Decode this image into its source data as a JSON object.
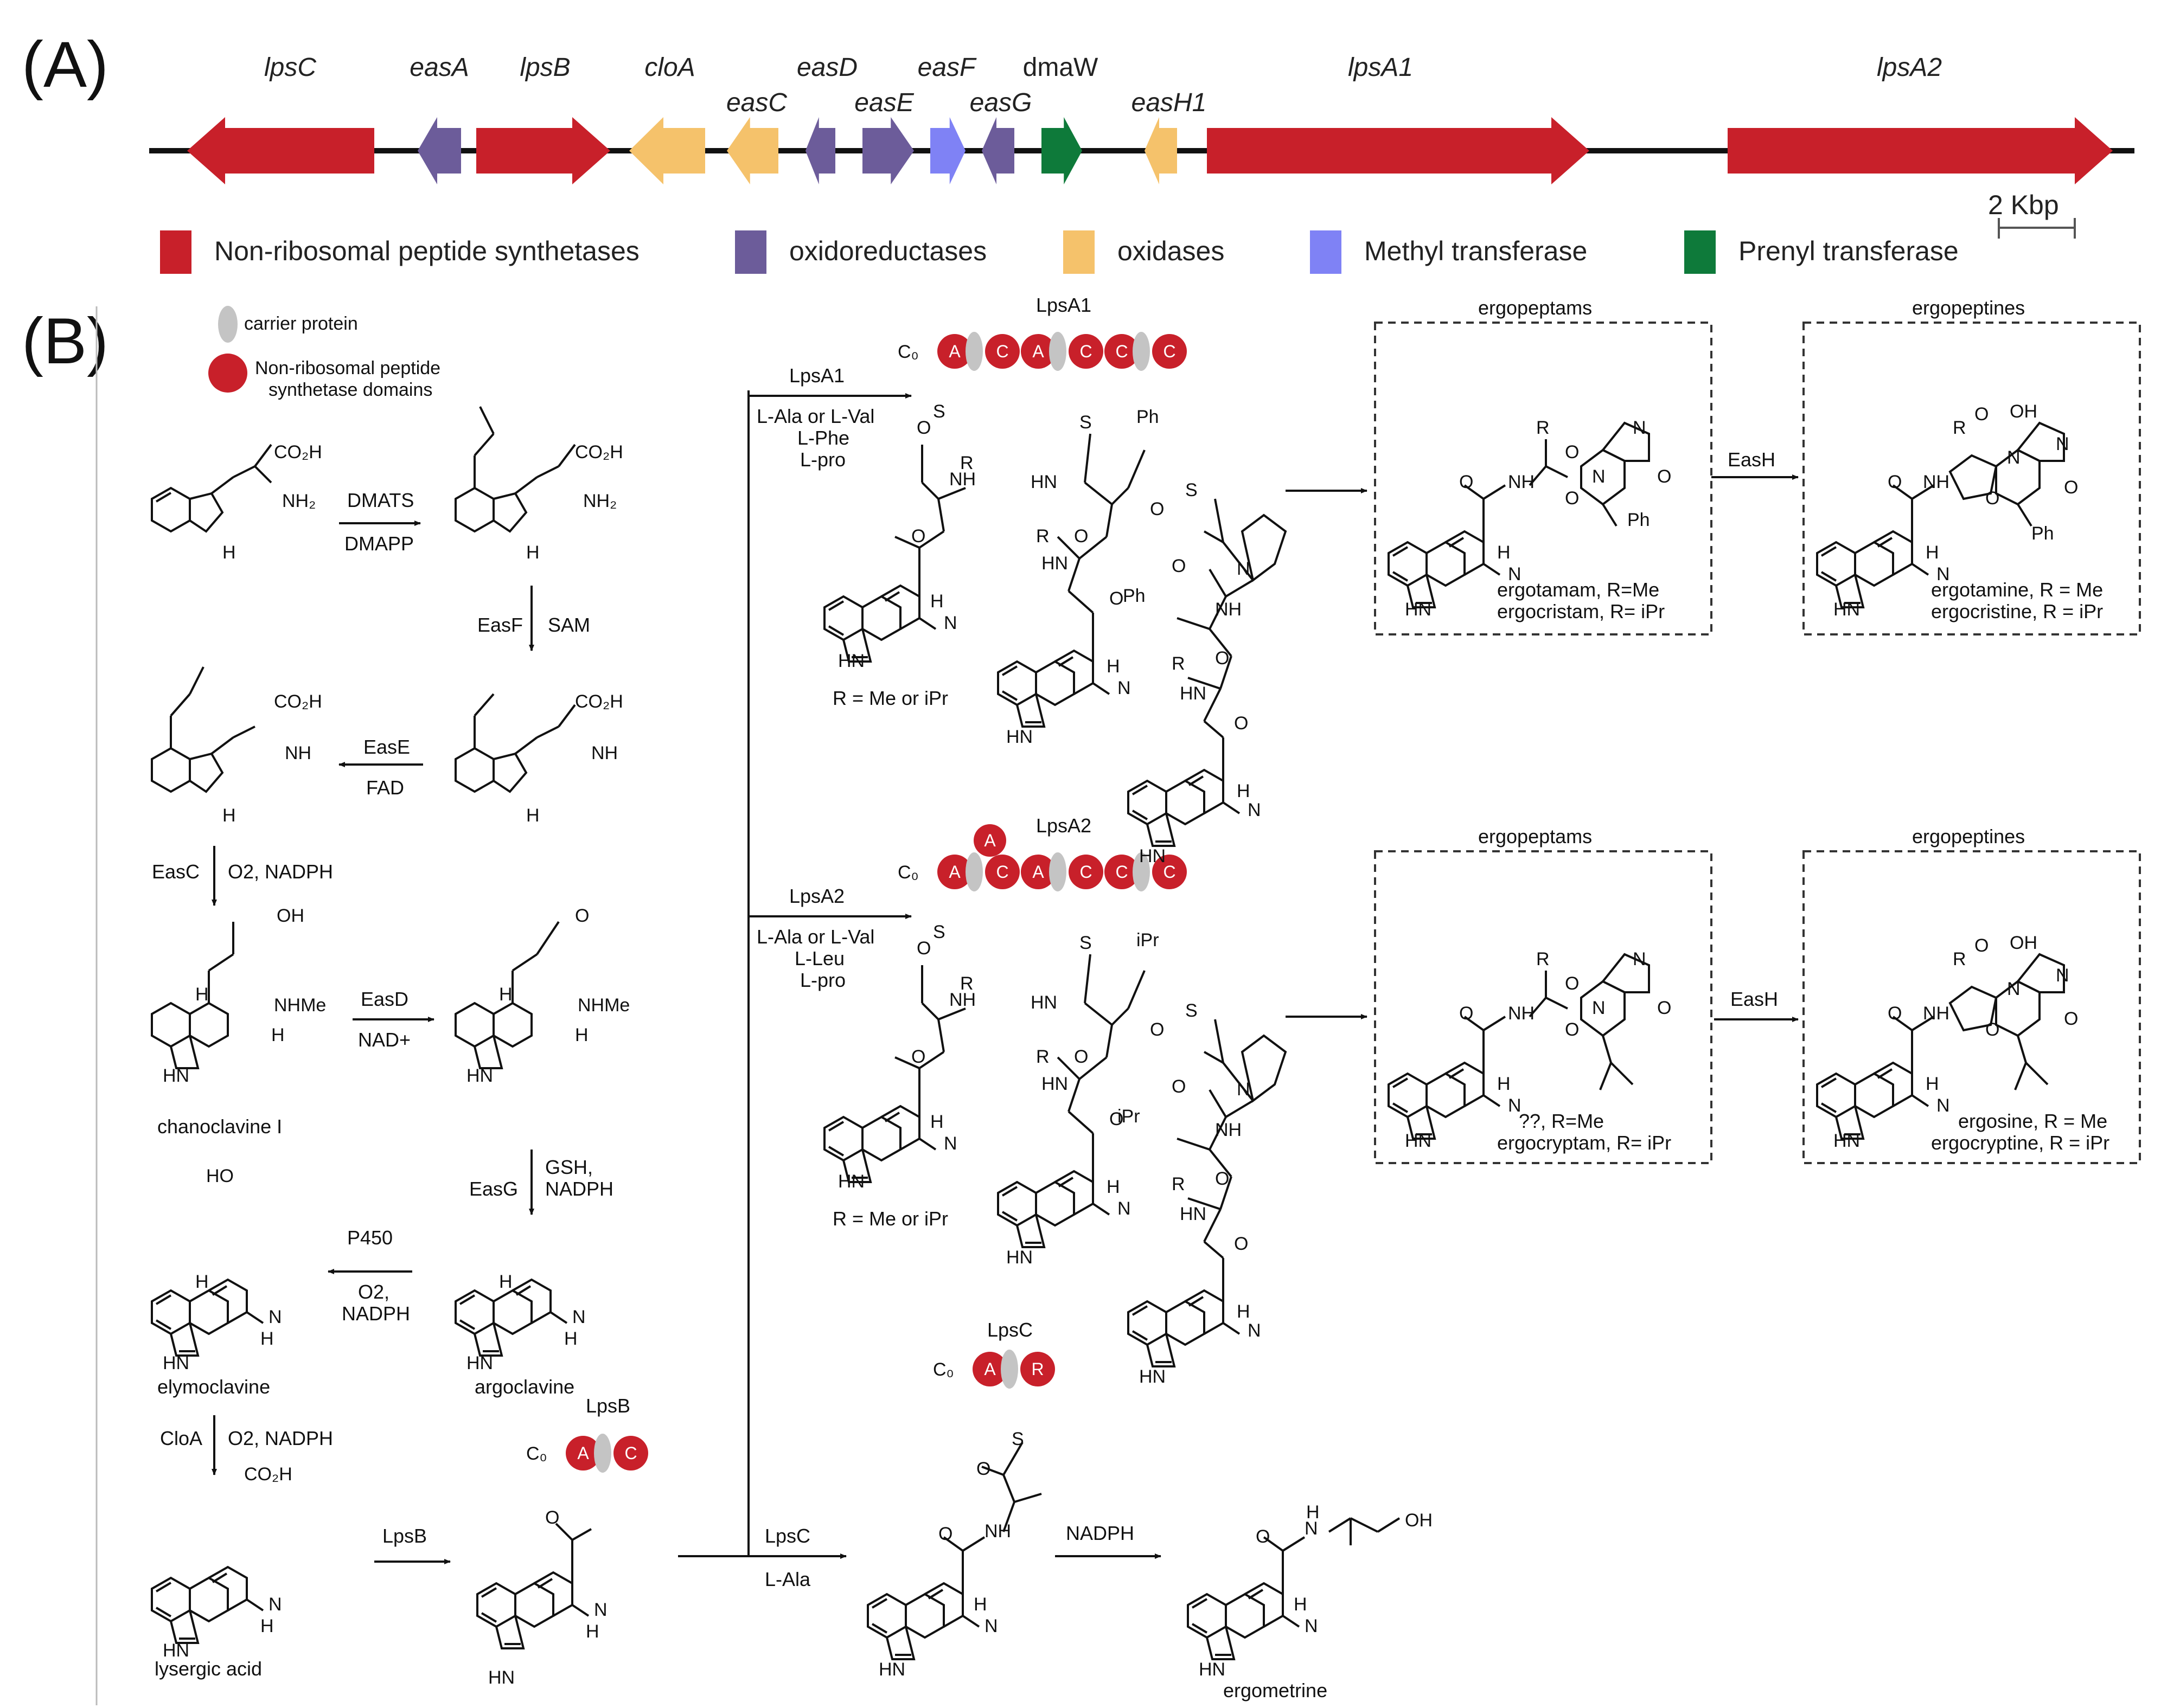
{
  "panel_a": {
    "label": "(A)",
    "scale_label": "2 Kbp",
    "colors": {
      "nrps": "#C8202A",
      "oxidoreductase": "#6C5C9A",
      "oxidase": "#F5C26B",
      "methyl": "#7F82F5",
      "prenyl": "#0E7A3A"
    },
    "genes": [
      {
        "name": "lpsC",
        "type": "nrps",
        "dir": "left"
      },
      {
        "name": "easA",
        "type": "oxidoreductase",
        "dir": "left"
      },
      {
        "name": "lpsB",
        "type": "nrps",
        "dir": "right"
      },
      {
        "name": "cloA",
        "type": "oxidase",
        "dir": "left"
      },
      {
        "name": "easC",
        "type": "oxidase",
        "dir": "left"
      },
      {
        "name": "easD",
        "type": "oxidoreductase",
        "dir": "left"
      },
      {
        "name": "easE",
        "type": "oxidoreductase",
        "dir": "right"
      },
      {
        "name": "easF",
        "type": "methyl",
        "dir": "right"
      },
      {
        "name": "easG",
        "type": "oxidoreductase",
        "dir": "left"
      },
      {
        "name": "dmaW",
        "type": "prenyl",
        "dir": "right"
      },
      {
        "name": "easH1",
        "type": "oxidase",
        "dir": "left"
      },
      {
        "name": "lpsA1",
        "type": "nrps",
        "dir": "right"
      },
      {
        "name": "lpsA2",
        "type": "nrps",
        "dir": "right"
      }
    ],
    "legend": [
      {
        "label": "Non-ribosomal peptide synthetases",
        "type": "nrps"
      },
      {
        "label": "oxidoreductases",
        "type": "oxidoreductase"
      },
      {
        "label": "oxidases",
        "type": "oxidase"
      },
      {
        "label": "Methyl transferase",
        "type": "methyl"
      },
      {
        "label": "Prenyl transferase",
        "type": "prenyl"
      }
    ]
  },
  "panel_b": {
    "label": "(B)",
    "key": {
      "carrier": "carrier protein",
      "domains_line1": "Non-ribosomal peptide",
      "domains_line2": "synthetase domains"
    },
    "steps": {
      "dmats": "DMATS",
      "dmapp": "DMAPP",
      "easf": "EasF",
      "sam": "SAM",
      "ease": "EasE",
      "fad": "FAD",
      "easc": "EasC",
      "o2nadph": "O2, NADPH",
      "easd": "EasD",
      "nad": "NAD+",
      "easg": "EasG",
      "gsh": "GSH,",
      "nadph": "NADPH",
      "p450": "P450",
      "o2": "O2,",
      "cloa": "CloA",
      "lpsb": "LpsB",
      "lpsc": "LpsC",
      "lala": "L-Ala",
      "eash": "EasH"
    },
    "compounds": {
      "chanoclavine": "chanoclavine I",
      "elymoclavine": "elymoclavine",
      "argoclavine": "argoclavine",
      "lysergic": "lysergic acid",
      "ergometrine": "ergometrine"
    },
    "modules": {
      "lpsa1": {
        "name": "LpsA1",
        "sub1": "L-Ala or L-Val",
        "sub2": "L-Phe",
        "sub3": "L-pro",
        "rnote": "R = Me or iPr"
      },
      "lpsa2": {
        "name": "LpsA2",
        "sub1": "L-Ala or L-Val",
        "sub2": "L-Leu",
        "sub3": "L-pro",
        "rnote": "R = Me or iPr"
      },
      "lpsb_module": "LpsB",
      "lpsc_module": "LpsC"
    },
    "boxes": {
      "ergopeptams": "ergopeptams",
      "ergopeptines": "ergopeptines",
      "box1_l1": "ergotamam, R=Me",
      "box1_l2": "ergocristam, R= iPr",
      "box2_l1": "ergotamine, R = Me",
      "box2_l2": "ergocristine, R = iPr",
      "box3_l1": "??, R=Me",
      "box3_l2": "ergocryptam, R= iPr",
      "box4_l1": "ergosine, R = Me",
      "box4_l2": "ergocryptine, R = iPr"
    }
  }
}
